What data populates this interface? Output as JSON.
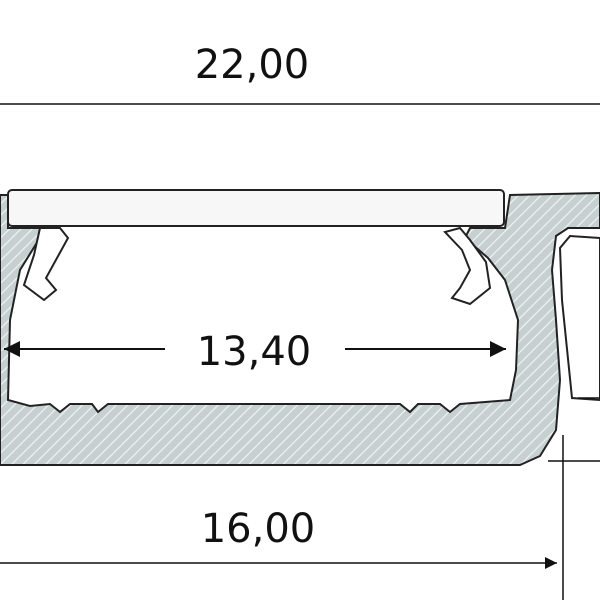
{
  "dimensions": {
    "overall_width": "22,00",
    "inner_width": "13,40",
    "bottom_width": "16,00"
  },
  "colors": {
    "profile_fill": "#c6d0d0",
    "hatch": "#eef2f2",
    "outline": "#222222",
    "diffuser": "#f7f7f7"
  }
}
